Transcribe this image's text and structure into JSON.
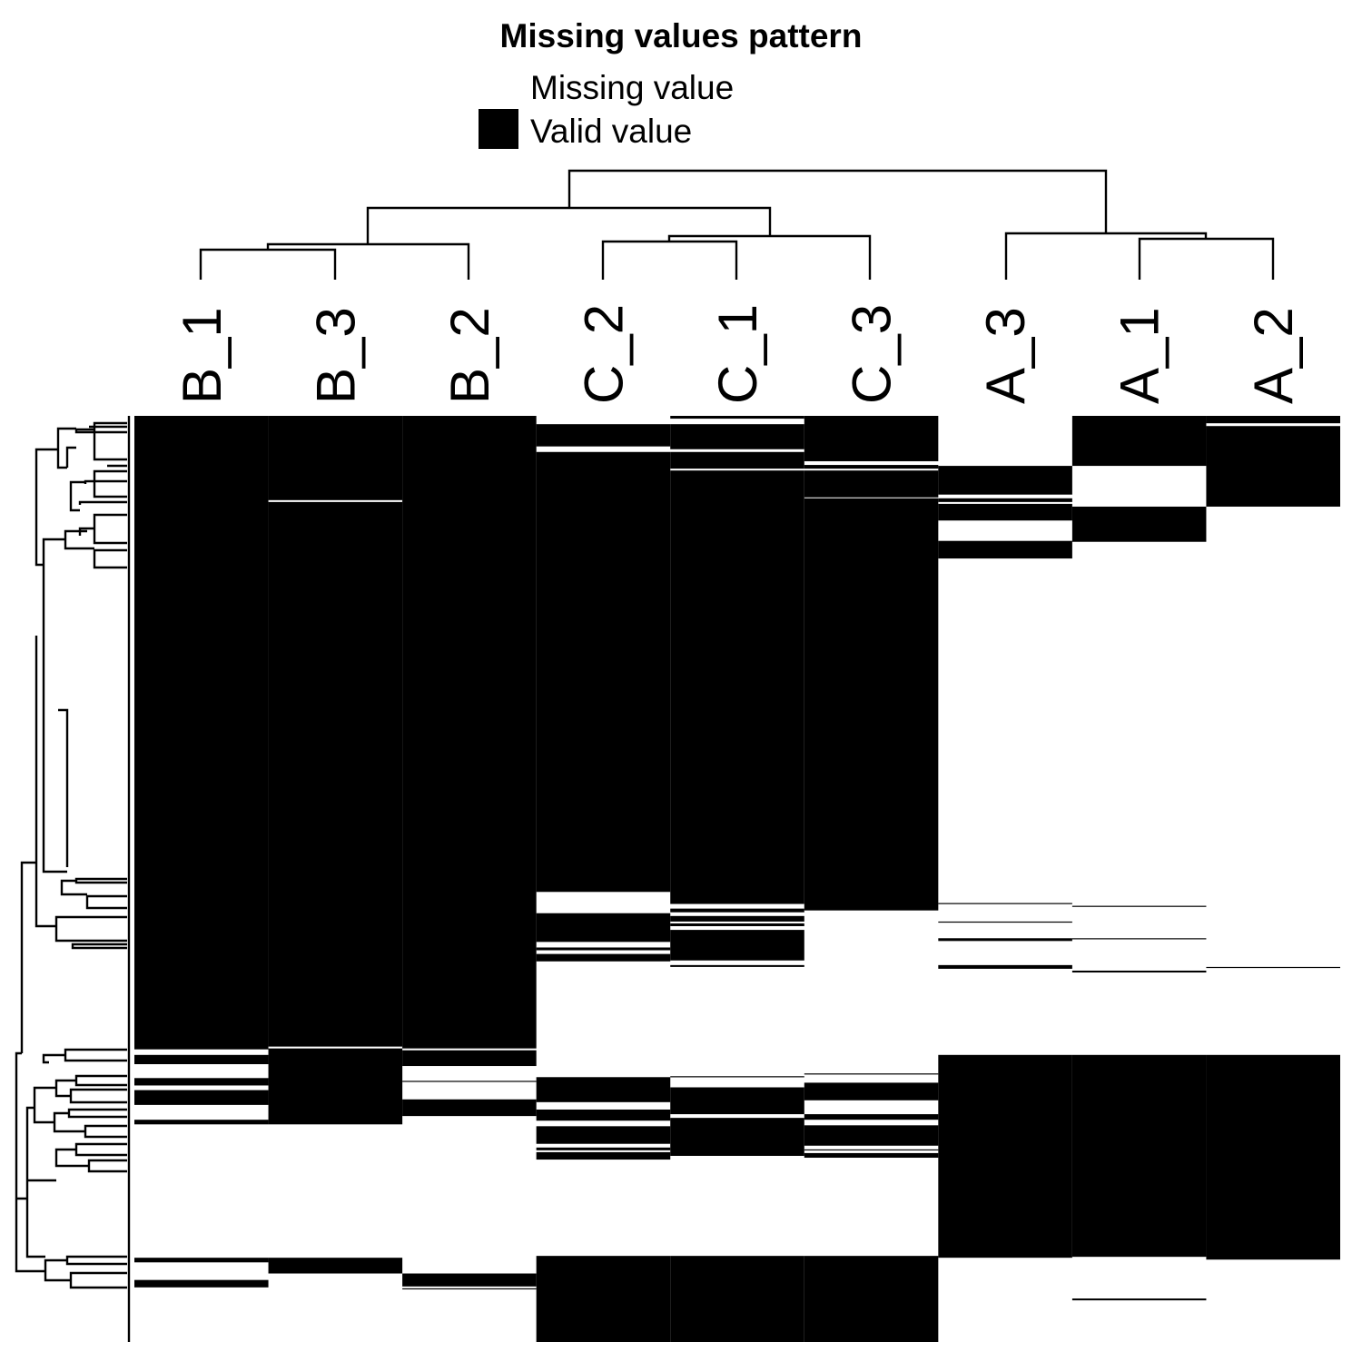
{
  "chart_data": {
    "type": "heatmap",
    "title": "Missing values pattern",
    "legend": {
      "placement": "top-center",
      "entries": [
        {
          "label": "Missing value",
          "color": "#ffffff"
        },
        {
          "label": "Valid value",
          "color": "#000000"
        }
      ]
    },
    "columns": [
      "B_1",
      "B_3",
      "B_2",
      "C_2",
      "C_1",
      "C_3",
      "A_3",
      "A_1",
      "A_2"
    ],
    "row_order_range": [
      0,
      100
    ],
    "valid_value_row_ranges": [
      {
        "column": "B_1",
        "ranges": [
          [
            0,
            68.4
          ],
          [
            69.0,
            70.0
          ],
          [
            71.5,
            72.3
          ],
          [
            72.8,
            74.4
          ],
          [
            76.0,
            76.5
          ],
          [
            90.9,
            91.4
          ],
          [
            93.3,
            94.1
          ]
        ]
      },
      {
        "column": "B_3",
        "ranges": [
          [
            0,
            9.1
          ],
          [
            9.3,
            68.1
          ],
          [
            68.3,
            76.5
          ],
          [
            90.9,
            92.6
          ]
        ]
      },
      {
        "column": "B_2",
        "ranges": [
          [
            0,
            68.3
          ],
          [
            68.5,
            70.2
          ],
          [
            71.8,
            71.9
          ],
          [
            73.8,
            75.6
          ],
          [
            92.6,
            94.0
          ],
          [
            94.2,
            94.3
          ]
        ]
      },
      {
        "column": "C_2",
        "ranges": [
          [
            0.9,
            3.3
          ],
          [
            3.9,
            51.4
          ],
          [
            53.7,
            56.8
          ],
          [
            57.4,
            57.7
          ],
          [
            58.1,
            58.9
          ],
          [
            71.4,
            74.1
          ],
          [
            74.9,
            76.1
          ],
          [
            76.7,
            78.6
          ],
          [
            79.0,
            79.3
          ],
          [
            79.5,
            80.3
          ],
          [
            90.7,
            100
          ]
        ]
      },
      {
        "column": "C_1",
        "ranges": [
          [
            0,
            0.3
          ],
          [
            0.9,
            3.6
          ],
          [
            3.9,
            5.7
          ],
          [
            5.9,
            52.7
          ],
          [
            53.2,
            53.6
          ],
          [
            54.0,
            54.6
          ],
          [
            54.8,
            55.1
          ],
          [
            55.5,
            58.8
          ],
          [
            59.3,
            59.5
          ],
          [
            71.3,
            71.4
          ],
          [
            72.5,
            75.4
          ],
          [
            75.8,
            79.9
          ],
          [
            90.7,
            100
          ]
        ]
      },
      {
        "column": "C_3",
        "ranges": [
          [
            0,
            4.9
          ],
          [
            5.3,
            5.7
          ],
          [
            5.9,
            8.8
          ],
          [
            8.9,
            53.4
          ],
          [
            71.0,
            71.1
          ],
          [
            72.0,
            73.9
          ],
          [
            75.4,
            76.0
          ],
          [
            76.6,
            78.8
          ],
          [
            79.2,
            79.3
          ],
          [
            79.6,
            80.1
          ],
          [
            90.7,
            100
          ]
        ]
      },
      {
        "column": "A_3",
        "ranges": [
          [
            5.4,
            8.5
          ],
          [
            8.9,
            9.3
          ],
          [
            9.5,
            11.3
          ],
          [
            13.5,
            15.4
          ],
          [
            52.6,
            52.7
          ],
          [
            54.6,
            54.7
          ],
          [
            56.4,
            56.7
          ],
          [
            59.3,
            59.7
          ],
          [
            69.0,
            90.9
          ]
        ]
      },
      {
        "column": "A_1",
        "ranges": [
          [
            0,
            5.4
          ],
          [
            9.8,
            13.6
          ],
          [
            52.9,
            53.0
          ],
          [
            56.4,
            56.5
          ],
          [
            59.9,
            60.1
          ],
          [
            69.0,
            90.8
          ],
          [
            95.3,
            95.5
          ]
        ]
      },
      {
        "column": "A_2",
        "ranges": [
          [
            0,
            0.8
          ],
          [
            1.1,
            9.8
          ],
          [
            59.5,
            59.6
          ],
          [
            69.0,
            91.1
          ]
        ]
      }
    ]
  }
}
